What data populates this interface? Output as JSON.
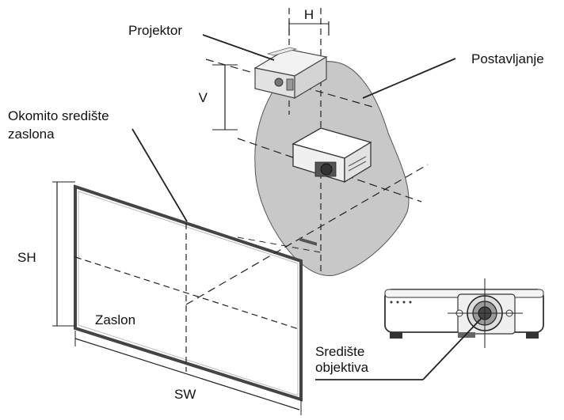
{
  "labels": {
    "h": "H",
    "projector": "Projektor",
    "installation": "Postavljanje",
    "v": "V",
    "vertical_center_line1": "Okomito središte",
    "vertical_center_line2": "zaslona",
    "sh": "SH",
    "screen": "Zaslon",
    "sw": "SW",
    "lens_center_line1": "Središte",
    "lens_center_line2": "objektiva"
  },
  "colors": {
    "area_fill": "#c8c8c8",
    "line": "#222222",
    "screen_frame": "#444444"
  }
}
